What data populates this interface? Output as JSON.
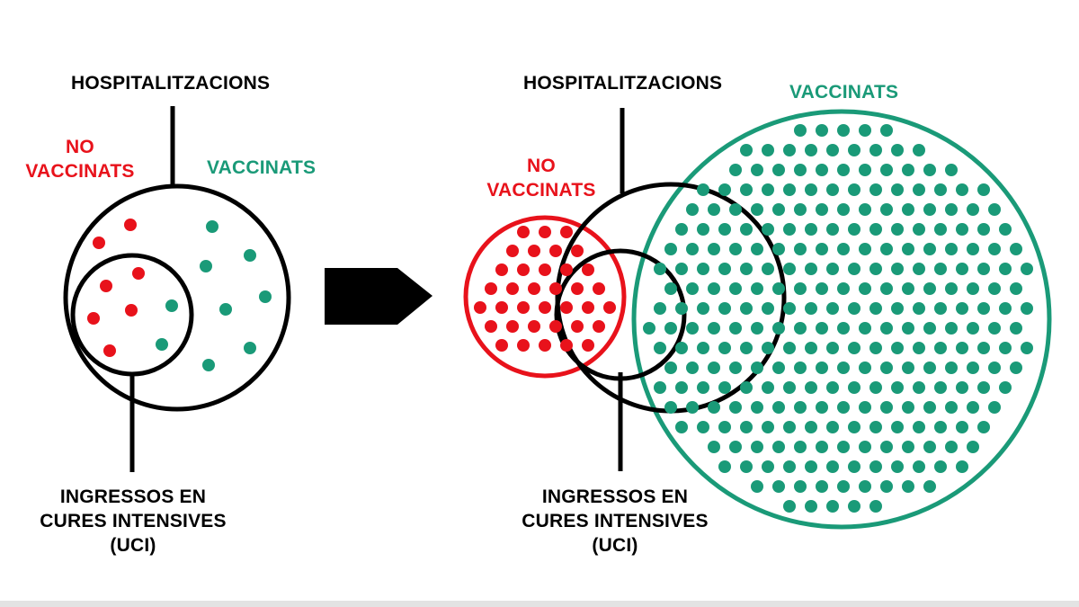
{
  "colors": {
    "unvaccinated": "#e8121b",
    "vaccinated": "#1a9a78",
    "outline": "#000000",
    "background": "#ffffff"
  },
  "icons": {
    "arrow": "right-pointing-arrow-icon"
  },
  "before": {
    "hospital_label": "HOSPITALITZACIONS",
    "unvaccinated_label": [
      "NO",
      "VACCINATS"
    ],
    "vaccinated_label": "VACCINATS",
    "icu_label": [
      "INGRESSOS EN",
      "CURES INTENSIVES",
      "(UCI)"
    ],
    "unvaccinated_dots": {
      "total": 7,
      "in_icu": 5
    },
    "vaccinated_dots": {
      "total": 9,
      "in_icu": 2
    }
  },
  "after": {
    "hospital_label": "HOSPITALITZACIONS",
    "unvaccinated_label": [
      "NO",
      "VACCINATS"
    ],
    "vaccinated_label": "VACCINATS",
    "icu_label": [
      "INGRESSOS EN",
      "CURES INTENSIVES",
      "(UCI)"
    ]
  }
}
